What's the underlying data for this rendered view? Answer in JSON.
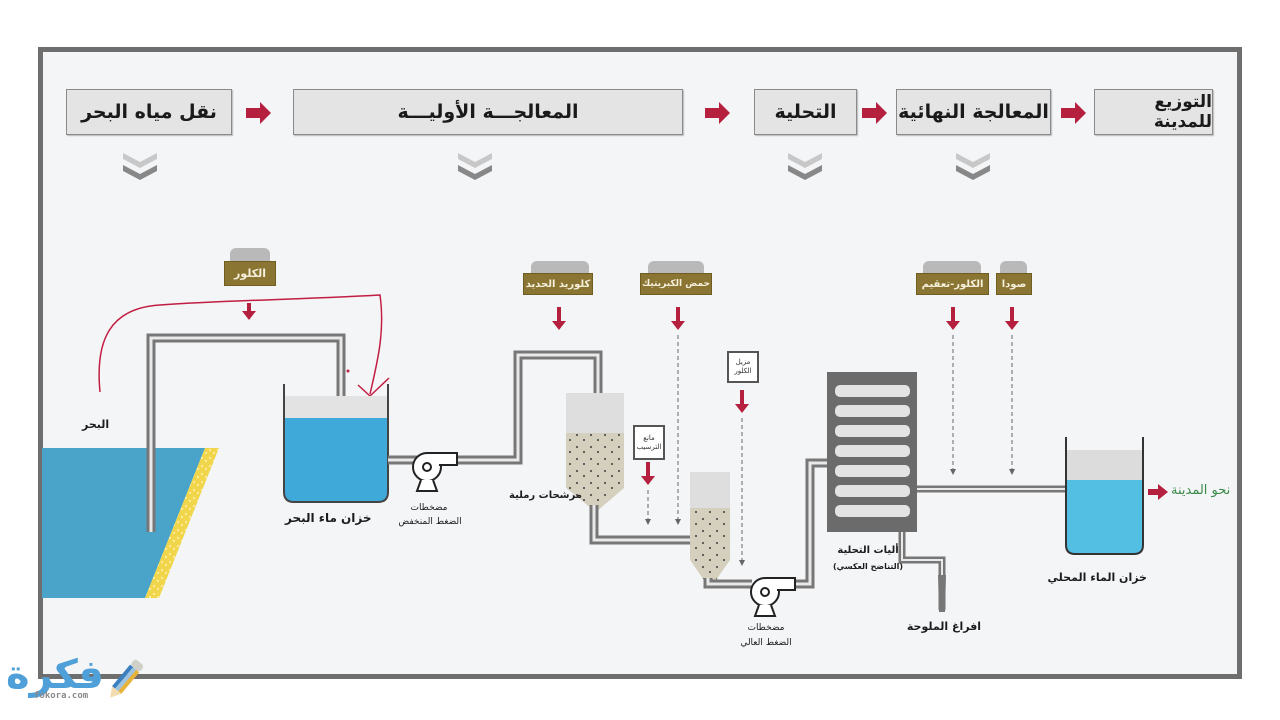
{
  "stages": [
    {
      "label": "نقل مياه البحر"
    },
    {
      "label": "المعالجـــة الأوليـــة"
    },
    {
      "label": "التحلية"
    },
    {
      "label": "المعالجة النهائية"
    },
    {
      "label": "التوزيع للمدينة"
    }
  ],
  "chemicals": {
    "chlorine": "الكلور",
    "ferric_chloride": "كلوريد الحديد",
    "sulfuric_acid": "حمض الكبريتيك",
    "chlorine_disinfection": "الكلور-تعقيم",
    "soda": "صودا"
  },
  "notes": {
    "antiscalant": "مانع الترسيب",
    "dechlorinator": "مزيل الكلور"
  },
  "labels": {
    "sea": "البحر",
    "seawater_tank": "خزان ماء البحر",
    "low_pressure_pump_1": "مضخطات",
    "low_pressure_pump_2": "الضغط المنخفض",
    "sand_filters": "مرشحات رملية",
    "high_pressure_pump_1": "مضخطات",
    "high_pressure_pump_2": "الضغط العالي",
    "desal_units_1": "أليات التحلية",
    "desal_units_2": "(التناضح العكسي)",
    "brine_discharge": "افراغ الملوحة",
    "desalinated_tank": "خزان الماء المحلي",
    "to_city": "نحو المدينة"
  },
  "watermark": {
    "arabic": "فكرة",
    "latin": "fokora.com"
  },
  "colors": {
    "accent_red": "#b5203f",
    "tag_gold": "#8a7533",
    "water_blue": "#3fa9d9",
    "pipe_gray": "#6b6b6b",
    "to_city_green": "#3c8a4a"
  }
}
